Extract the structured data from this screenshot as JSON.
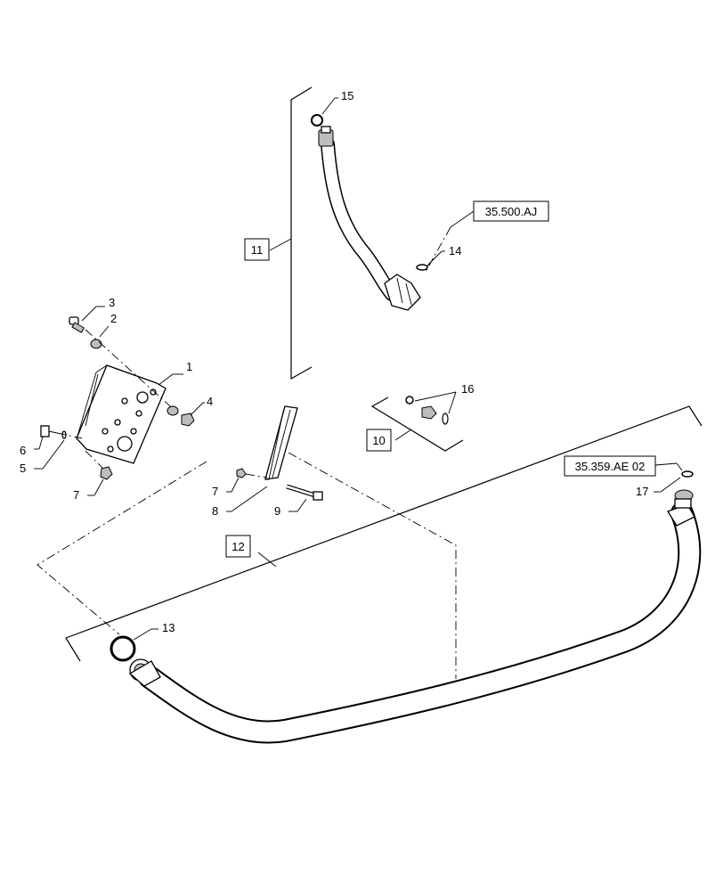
{
  "callouts": {
    "c1": "1",
    "c2": "2",
    "c3": "3",
    "c4": "4",
    "c5": "5",
    "c6": "6",
    "c7a": "7",
    "c7b": "7",
    "c8": "8",
    "c9": "9",
    "c13": "13",
    "c14": "14",
    "c15": "15",
    "c16": "16",
    "c17": "17"
  },
  "boxes": {
    "b10": "10",
    "b11": "11",
    "b12": "12",
    "ref_aj": "35.500.AJ",
    "ref_ae": "35.359.AE 02"
  }
}
